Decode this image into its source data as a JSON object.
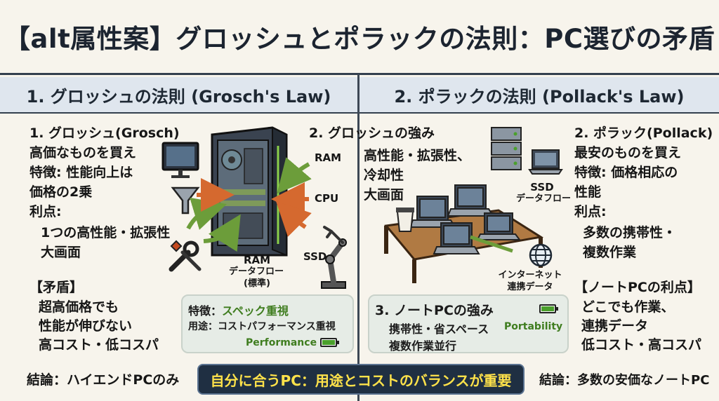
{
  "title": "【alt属性案】グロッシュとポラックの法則：PC選びの矛盾",
  "sections": {
    "grosch_header": "1. グロッシュの法則 (Grosch's Law)",
    "pollack_header": "2. ポラックの法則 (Pollack's Law)"
  },
  "left": {
    "lines": [
      "1. グロッシュ(Grosch)",
      "高価なものを買え",
      "特徴: 性能向上は",
      "価格の2乗",
      "利点:",
      "1つの高性能・拡張性",
      "大画面"
    ],
    "contradiction_lines": [
      "【矛盾】",
      "超高価格でも",
      "性能が伸びない",
      "高コスト・低コスパ"
    ],
    "conclusion": "結論：ハイエンドPCのみ"
  },
  "center_left": {
    "labels": {
      "ram": "RAM",
      "cpu": "CPU",
      "ssd": "SSD",
      "ram_flow": "RAM",
      "ram_flow_sub": "データフロー",
      "ram_flow_note": "(標準)"
    },
    "box": {
      "line1_label": "特徴：",
      "line1_value": "スペック重視",
      "line2": "用途：コストパフォーマンス重視",
      "tag": "Performance"
    }
  },
  "center_right": {
    "strength_lines": [
      "2. グロッシュの強み",
      "高性能・拡張性、",
      "冷却性",
      "大画面"
    ],
    "labels": {
      "ssd": "SSD",
      "ssd_sub": "データフロー",
      "internet": "インターネット",
      "internet_sub": "連携データ"
    },
    "box": {
      "title": "3. ノートPCの強み",
      "line1": "携帯性・省スペース",
      "line2": "複数作業並行",
      "tag": "Portability"
    }
  },
  "right": {
    "lines": [
      "2. ポラック(Pollack)",
      "最安のものを買え",
      "特徴: 価格相応の",
      "性能",
      "利点:",
      "多数の携帯性・",
      "複数作業"
    ],
    "notebook_lines": [
      "【ノートPCの利点】",
      "どこでも作業、",
      "連携データ",
      "低コスト・高コスパ"
    ],
    "conclusion": "結論：多数の安価なノートPC"
  },
  "banner": "自分に合うPC：用途とコストのバランスが重要",
  "colors": {
    "accent_green": "#3f7d1f",
    "banner_bg": "#1f2f42",
    "banner_text": "#ffe24a",
    "section_bg": "#dfe6ee"
  }
}
